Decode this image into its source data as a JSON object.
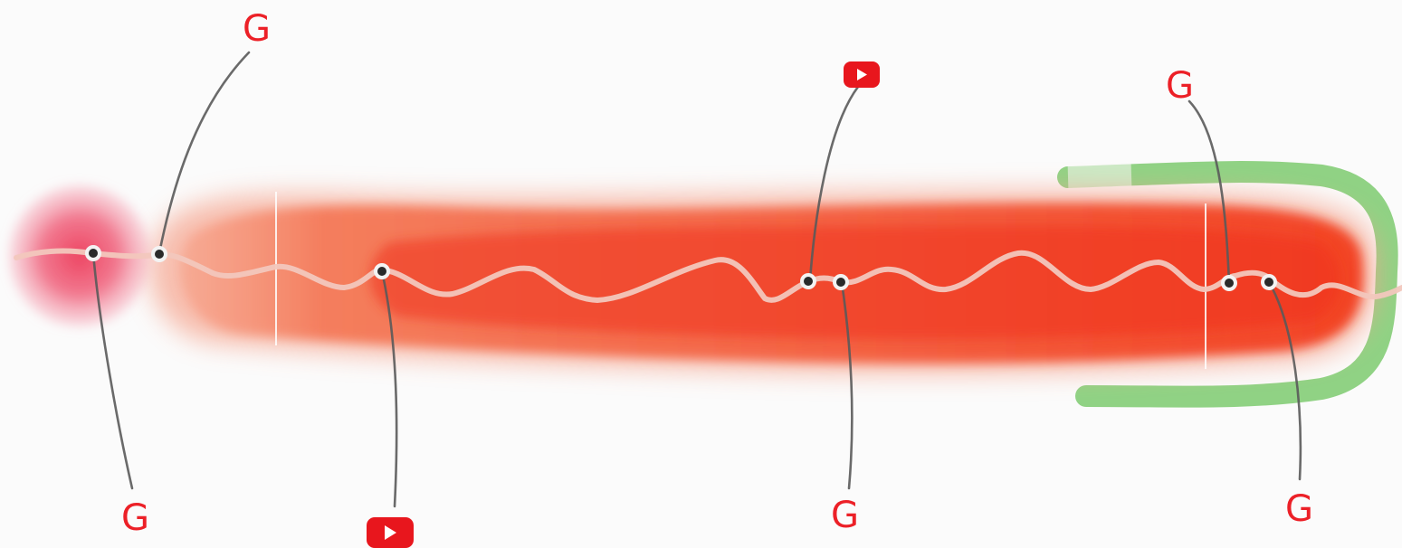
{
  "diagram": {
    "colors": {
      "background": "#fbfbfb",
      "main_band": "#f23b1c",
      "main_band_light": "#f4866a",
      "start_blob": "#ec3a5c",
      "return_band": "#7cca6e",
      "path_line": "#f2c7bd",
      "node": "#2a2a2a",
      "leader_line": "#5a5a5a",
      "label_red": "#ec2027"
    },
    "labels": [
      {
        "id": "label-top-1",
        "text": "G"
      },
      {
        "id": "label-top-3",
        "text": "G"
      },
      {
        "id": "label-bottom-1",
        "text": "G"
      },
      {
        "id": "label-bottom-3",
        "text": "G"
      },
      {
        "id": "label-bottom-4",
        "text": "G"
      }
    ],
    "icons": [
      {
        "id": "youtube-icon-top",
        "icon": "youtube-icon"
      },
      {
        "id": "youtube-icon-bottom",
        "icon": "youtube-icon"
      }
    ]
  }
}
